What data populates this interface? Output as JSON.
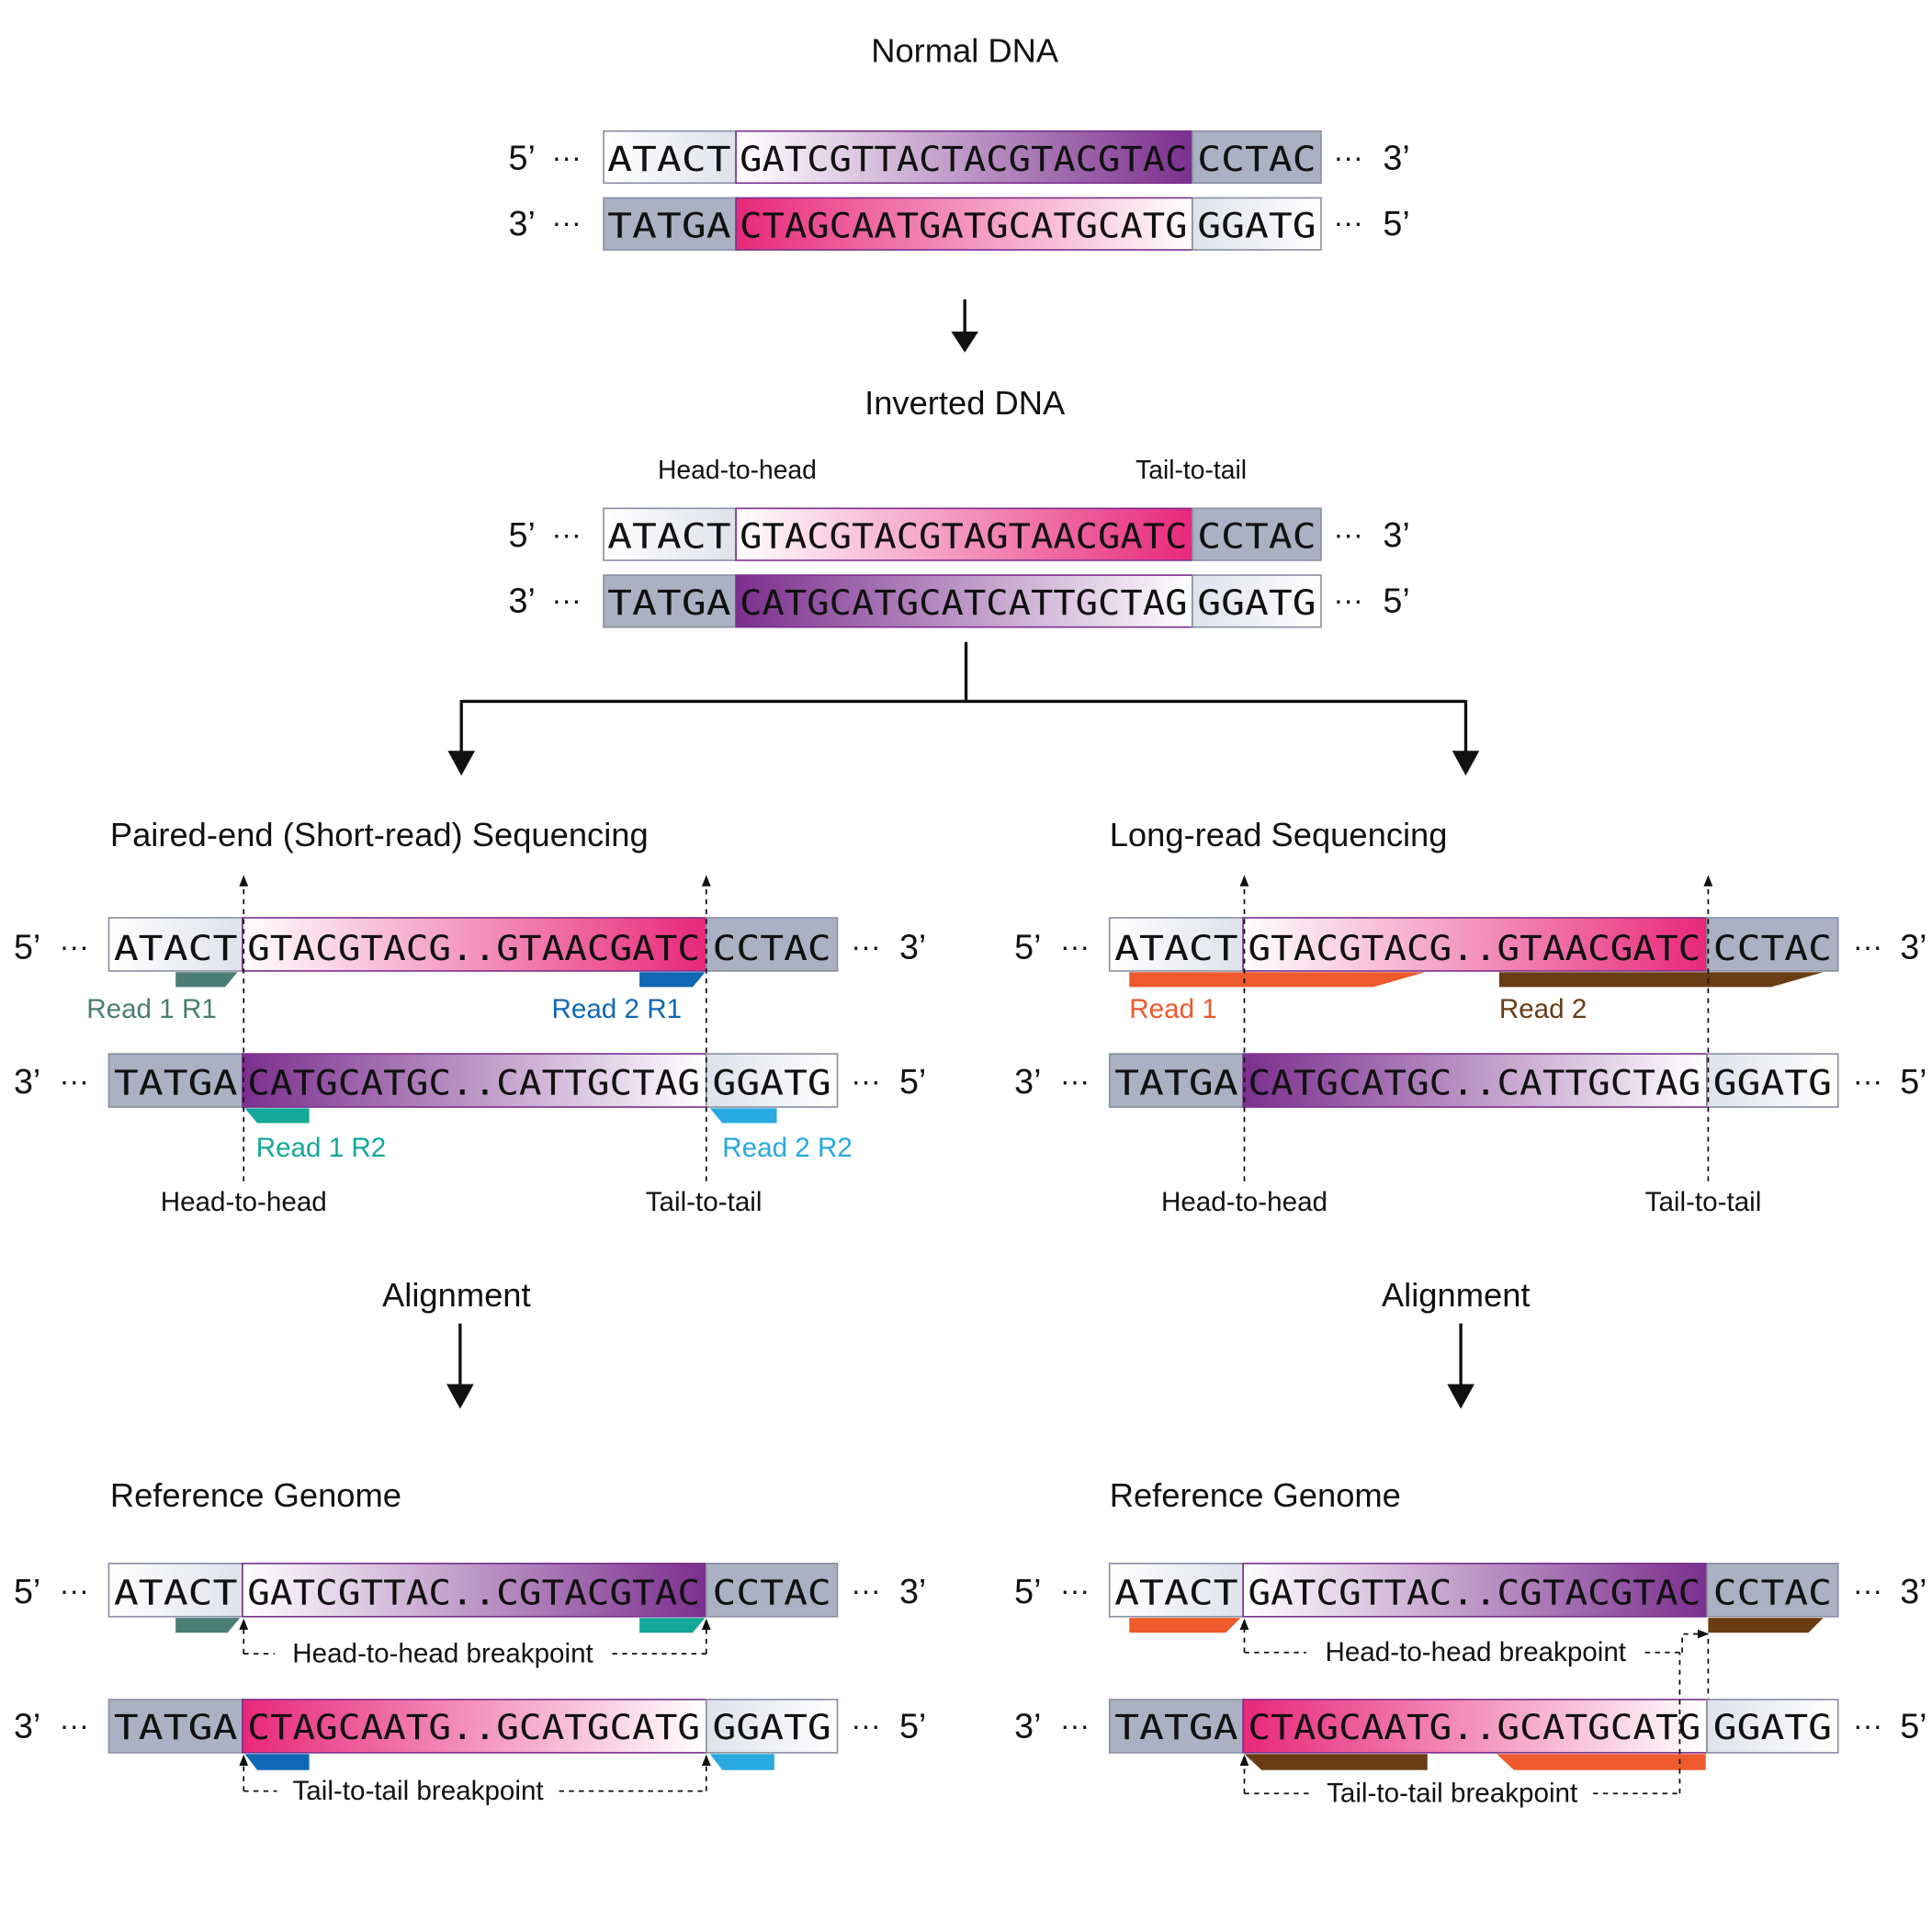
{
  "normal": {
    "title": "Normal DNA",
    "top": {
      "left_end": "5’",
      "right_end": "3’",
      "seg_left": "ATACT",
      "seg_mid": "GATCGTTACTACGTACGTAC",
      "seg_right": "CCTAC"
    },
    "bottom": {
      "left_end": "3’",
      "right_end": "5’",
      "seg_left": "TATGA",
      "seg_mid": "CTAGCAATGATGCATGCATG",
      "seg_right": "GGATG"
    }
  },
  "inverted": {
    "title": "Inverted DNA",
    "head_label": "Head-to-head",
    "tail_label": "Tail-to-tail",
    "top": {
      "left_end": "5’",
      "right_end": "3’",
      "seg_left": "ATACT",
      "seg_mid": "GTACGTACGTAGTAACGATC",
      "seg_right": "CCTAC"
    },
    "bottom": {
      "left_end": "3’",
      "right_end": "5’",
      "seg_left": "TATGA",
      "seg_mid": "CATGCATGCATCATTGCTAG",
      "seg_right": "GGATG"
    }
  },
  "ellipsis": "···",
  "short_read": {
    "title": "Paired-end (Short-read) Sequencing",
    "top": {
      "left_end": "5’",
      "right_end": "3’",
      "seg_left": "ATACT",
      "seg_mid": "GTACGTACG..GTAACGATC",
      "seg_right": "CCTAC"
    },
    "bottom": {
      "left_end": "3’",
      "right_end": "5’",
      "seg_left": "TATGA",
      "seg_mid": "CATGCATGC..CATTGCTAG",
      "seg_right": "GGATG"
    },
    "read1_r1": "Read 1 R1",
    "read2_r1": "Read 2 R1",
    "read1_r2": "Read 1 R2",
    "read2_r2": "Read 2 R2",
    "head_label": "Head-to-head",
    "tail_label": "Tail-to-tail",
    "alignment": "Alignment",
    "ref_title": "Reference Genome",
    "ref_top": {
      "left_end": "5’",
      "right_end": "3’",
      "seg_left": "ATACT",
      "seg_mid": "GATCGTTAC..CGTACGTAC",
      "seg_right": "CCTAC"
    },
    "ref_bottom": {
      "left_end": "3’",
      "right_end": "5’",
      "seg_left": "TATGA",
      "seg_mid": "CTAGCAATG..GCATGCATG",
      "seg_right": "GGATG"
    },
    "head_break": "Head-to-head breakpoint",
    "tail_break": "Tail-to-tail breakpoint"
  },
  "long_read": {
    "title": "Long-read Sequencing",
    "top": {
      "left_end": "5’",
      "right_end": "3’",
      "seg_left": "ATACT",
      "seg_mid": "GTACGTACG..GTAACGATC",
      "seg_right": "CCTAC"
    },
    "bottom": {
      "left_end": "3’",
      "right_end": "5’",
      "seg_left": "TATGA",
      "seg_mid": "CATGCATGC..CATTGCTAG",
      "seg_right": "GGATG"
    },
    "read1": "Read 1",
    "read2": "Read 2",
    "head_label": "Head-to-head",
    "tail_label": "Tail-to-tail",
    "alignment": "Alignment",
    "ref_title": "Reference Genome",
    "ref_top": {
      "left_end": "5’",
      "right_end": "3’",
      "seg_left": "ATACT",
      "seg_mid": "GATCGTTAC..CGTACGTAC",
      "seg_right": "CCTAC"
    },
    "ref_bottom": {
      "left_end": "3’",
      "right_end": "5’",
      "seg_left": "TATGA",
      "seg_mid": "CTAGCAATG..GCATGCATG",
      "seg_right": "GGATG"
    },
    "head_break": "Head-to-head breakpoint",
    "tail_break": "Tail-to-tail breakpoint"
  },
  "colors": {
    "purple": "#7b2f8e",
    "magenta": "#e8287a",
    "gray": "#a9b1c3",
    "read1_r1": "#4a7d72",
    "read2_r1": "#1068b4",
    "read1_r2": "#14a89a",
    "read2_r2": "#28a9e0",
    "long_read1": "#ee5a2b",
    "long_read2": "#6a3c14"
  }
}
